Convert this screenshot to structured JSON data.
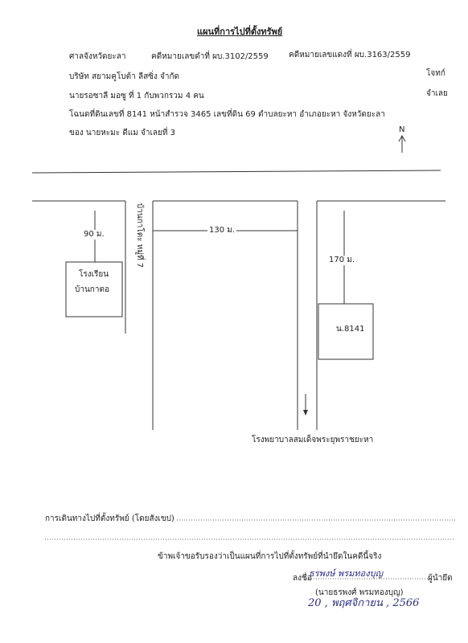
{
  "title": "แผนที่การไปที่ตั้งทรัพย์",
  "header": {
    "court": "ศาลจังหวัดยะลา",
    "black_case": "คดีหมายเลขดำที่ ผบ.3102/2559",
    "red_case": "คดีหมายเลขแดงที่ ผบ.3163/2559",
    "plaintiff": "บริษัท สยามคูโบต้า ลีสซิ่ง จำกัด",
    "plaintiff_role": "โจทก์",
    "defendant": "นายรอซาลี มอซู ที่ 1 กับพวกรวม 4 คน",
    "defendant_role": "จำเลย",
    "deed": "โฉนดที่ดินเลขที่ 8141 หน้าสำรวจ 3465 เลขที่ดิน 69 ตำบลยะหา อำเภอยะหา จังหวัดยะลา",
    "owner": "ของ นายหะมะ ดีแม จำเลยที่ 3",
    "north": "N"
  },
  "map": {
    "dist_left": "90 ม.",
    "village_road": "บ้านกาโตะ หมู่ที่ 7",
    "dist_mid": "130 ม.",
    "dist_right": "170 ม.",
    "school_line1": "โรงเรียน",
    "school_line2": "บ้านกาตอ",
    "parcel": "น.8141",
    "hospital": "โรงพยาบาลสมเด็จพระยุพราชยะหา"
  },
  "footer": {
    "route_label": "การเดินทางไปที่ตั้งทรัพย์ (โดยสังเขป)",
    "certify": "ข้าพเจ้าขอรับรองว่าเป็นแผนที่การไปที่ตั้งทรัพย์ที่นำยึดในคดีนี้จริง",
    "sign_prefix": "ลงชื่อ",
    "signature": "ธรพงษ์ พรมทองบุญ",
    "sign_role": "ผู้นำยึด",
    "name": "(นายธรพงศ์ พรมทองบุญ)",
    "date": "20 , พฤศจิกายน , 2566"
  }
}
